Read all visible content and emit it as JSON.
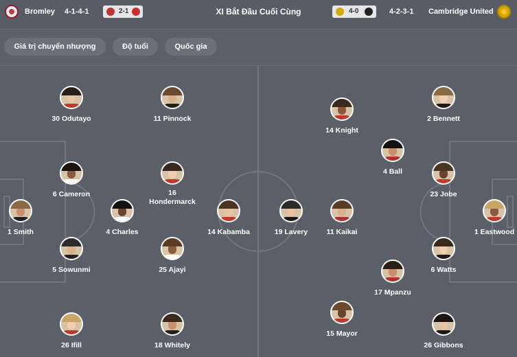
{
  "header": {
    "title": "XI Bắt Đầu Cuối Cùng",
    "home": {
      "name": "Bromley",
      "formation": "4-1-4-1",
      "last_result": "2-1"
    },
    "away": {
      "name": "Cambridge United",
      "formation": "4-2-3-1",
      "last_result": "4-0"
    }
  },
  "filters": [
    {
      "label": "Giá trị chuyển nhượng"
    },
    {
      "label": "Độ tuổi"
    },
    {
      "label": "Quốc gia"
    }
  ],
  "colors": {
    "background": "#5b6068",
    "pitch_lines": "#717780",
    "chip": "#6a6f78",
    "home_crest": "#9b1b2a",
    "away_crest": "#d9a800"
  },
  "home_players": [
    {
      "number": "30",
      "name": "Odutayo",
      "label": "30 Odutayo"
    },
    {
      "number": "11",
      "name": "Pinnock",
      "label": "11 Pinnock"
    },
    {
      "number": "6",
      "name": "Cameron",
      "label": "6 Cameron"
    },
    {
      "number": "16",
      "name": "Hondermarck",
      "label": "16 Hondermarck"
    },
    {
      "number": "1",
      "name": "Smith",
      "label": "1 Smith"
    },
    {
      "number": "4",
      "name": "Charles",
      "label": "4 Charles"
    },
    {
      "number": "14",
      "name": "Kabamba",
      "label": "14 Kabamba"
    },
    {
      "number": "5",
      "name": "Sowunmi",
      "label": "5 Sowunmi"
    },
    {
      "number": "25",
      "name": "Ajayi",
      "label": "25 Ajayi"
    },
    {
      "number": "26",
      "name": "Ifill",
      "label": "26 Ifill"
    },
    {
      "number": "18",
      "name": "Whitely",
      "label": "18 Whitely"
    }
  ],
  "away_players": [
    {
      "number": "14",
      "name": "Knight",
      "label": "14 Knight"
    },
    {
      "number": "2",
      "name": "Bennett",
      "label": "2 Bennett"
    },
    {
      "number": "4",
      "name": "Ball",
      "label": "4 Ball"
    },
    {
      "number": "23",
      "name": "Jobe",
      "label": "23 Jobe"
    },
    {
      "number": "19",
      "name": "Lavery",
      "label": "19 Lavery"
    },
    {
      "number": "11",
      "name": "Kaikai",
      "label": "11 Kaikai"
    },
    {
      "number": "1",
      "name": "Eastwood",
      "label": "1 Eastwood"
    },
    {
      "number": "6",
      "name": "Watts",
      "label": "6 Watts"
    },
    {
      "number": "17",
      "name": "Mpanzu",
      "label": "17 Mpanzu"
    },
    {
      "number": "15",
      "name": "Mayor",
      "label": "15 Mayor"
    },
    {
      "number": "26",
      "name": "Gibbons",
      "label": "26 Gibbons"
    }
  ]
}
